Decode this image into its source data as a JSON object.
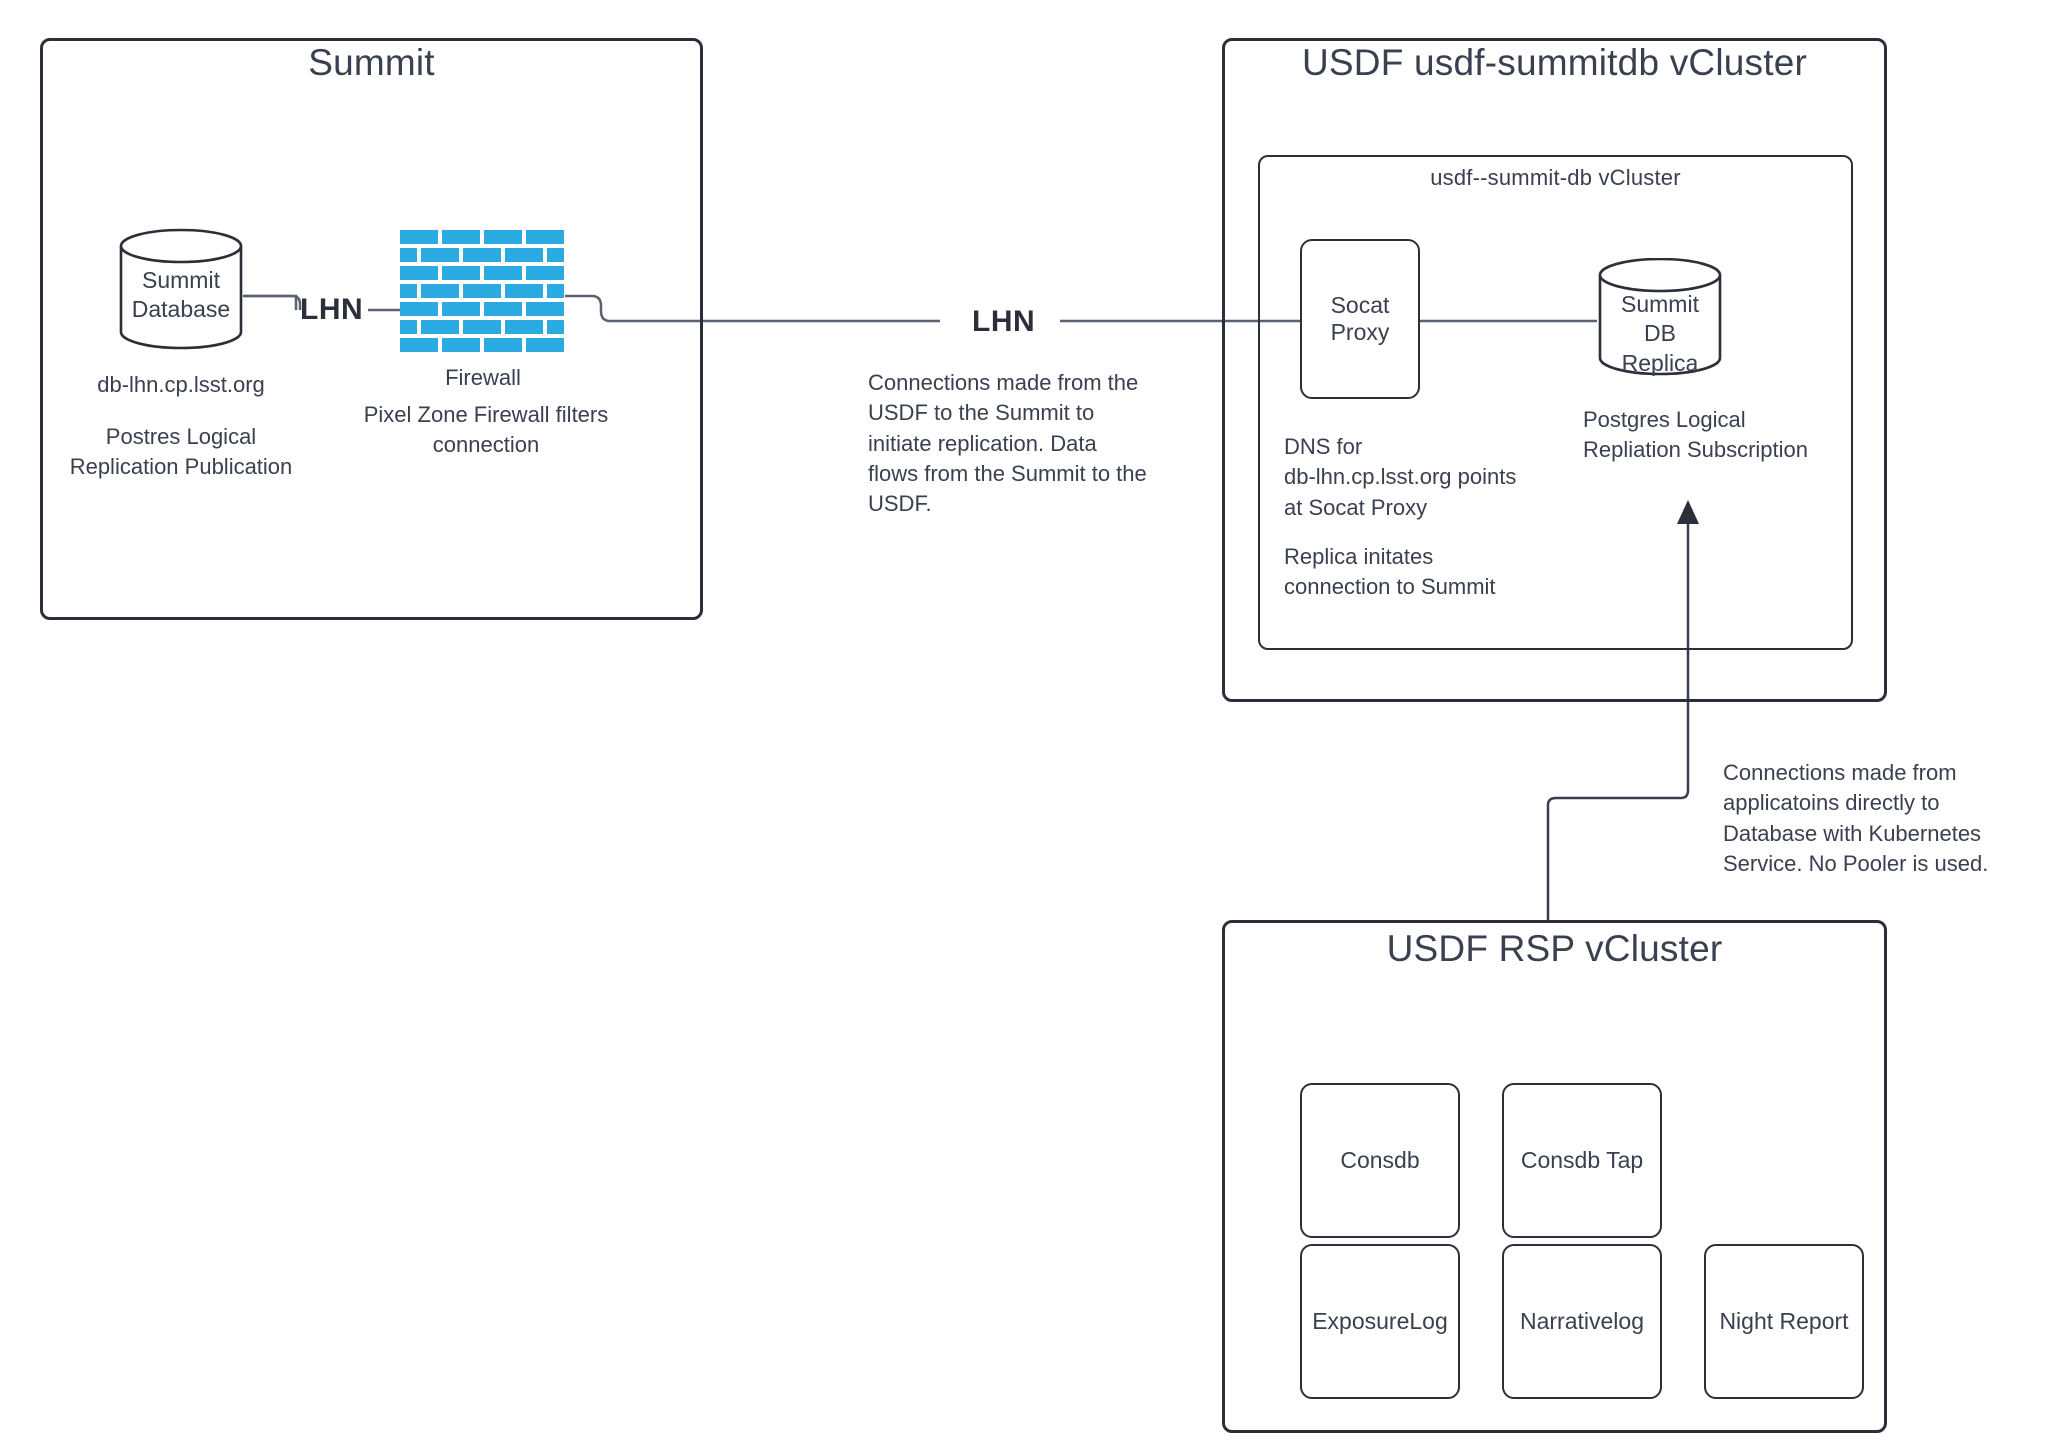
{
  "diagram": {
    "summit": {
      "title": "Summit",
      "database": {
        "label_line1": "Summit",
        "label_line2": "Database",
        "hostname": "db-lhn.cp.lsst.org",
        "caption": "Postres Logical\nReplication Publication"
      },
      "firewall": {
        "label": "Firewall",
        "caption": "Pixel Zone Firewall filters\nconnection",
        "color": "#29ABE2"
      },
      "link_label": "LHN"
    },
    "wan": {
      "link_label": "LHN",
      "note": "Connections made from the\nUSDF to the Summit to\ninitiate replication.  Data\nflows from the Summit to the\nUSDF."
    },
    "usdf_summitdb": {
      "title": "USDF usdf-summitdb vCluster",
      "inner_title": "usdf--summit-db vCluster",
      "socat_proxy": {
        "label": "Socat Proxy",
        "caption1": "DNS for\ndb-lhn.cp.lsst.org points\nat Socat Proxy",
        "caption2": "Replica initates\nconnection to Summit"
      },
      "replica": {
        "label_line1": "Summit",
        "label_line2": "DB",
        "label_line3": "Replica",
        "caption": "Postgres Logical\nRepliation Subscription"
      }
    },
    "rsp": {
      "title": "USDF RSP vCluster",
      "apps_row1": [
        "Consdb",
        "Consdb Tap"
      ],
      "apps_row2": [
        "ExposureLog",
        "Narrativelog",
        "Night Report"
      ]
    },
    "app_connection_note": "Connections made from\napplicatoins directly to\nDatabase with Kubernetes\nService.  No Pooler is used.",
    "colors": {
      "stroke": "#2b2f3a",
      "text": "#39404f",
      "firewall_blue": "#29ABE2",
      "background": "#ffffff"
    }
  }
}
